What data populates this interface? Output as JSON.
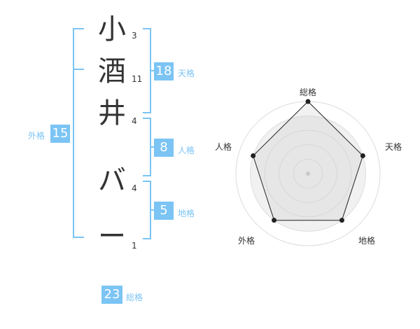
{
  "name_chars": [
    {
      "char": "小",
      "strokes": "3"
    },
    {
      "char": "酒",
      "strokes": "11"
    },
    {
      "char": "井",
      "strokes": "4"
    },
    {
      "char": "バ",
      "strokes": "4"
    },
    {
      "char": "ー",
      "strokes": "1"
    }
  ],
  "fortunes": {
    "tenkaku": {
      "value": "18",
      "label": "天格"
    },
    "jinkaku": {
      "value": "8",
      "label": "人格"
    },
    "chikaku": {
      "value": "5",
      "label": "地格"
    },
    "gaikaku": {
      "value": "15",
      "label": "外格"
    },
    "soukaku": {
      "value": "23",
      "label": "総格"
    }
  },
  "colors": {
    "accent": "#7bc4f4",
    "text": "#333333"
  },
  "chart_data": {
    "type": "radar",
    "axes": [
      "総格",
      "天格",
      "地格",
      "外格",
      "人格"
    ],
    "values": [
      5,
      4,
      4,
      4,
      4
    ],
    "max": 5,
    "grid_rings": 5
  }
}
